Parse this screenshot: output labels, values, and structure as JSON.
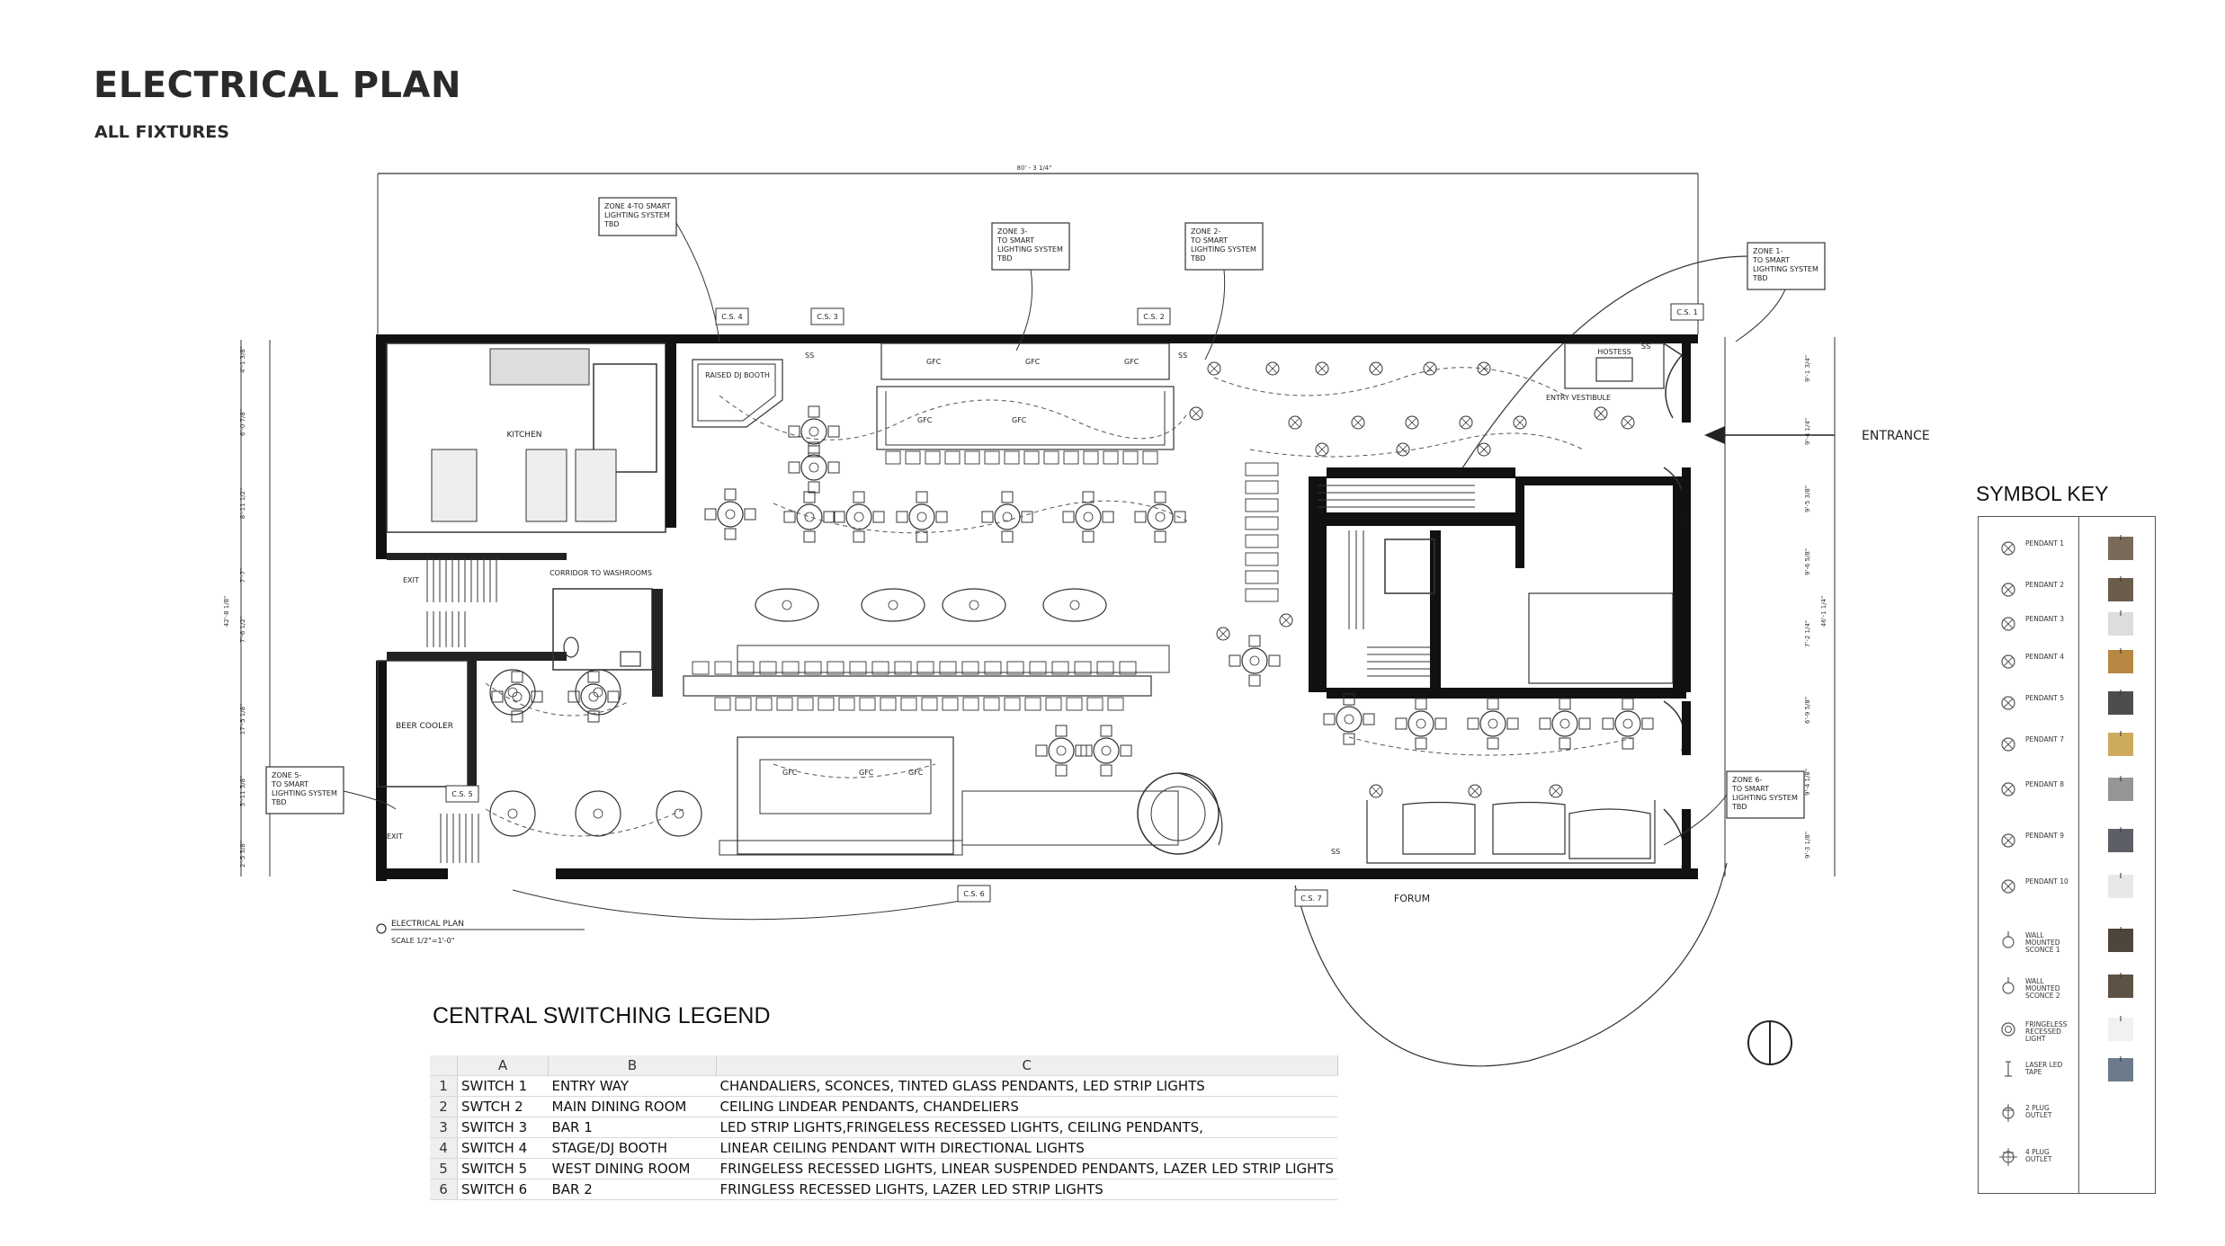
{
  "header": {
    "title": "ELECTRICAL PLAN",
    "subtitle": "ALL FIXTURES"
  },
  "plan": {
    "entrance": "ENTRANCE",
    "overall_dim": "80' - 3 1/4\"",
    "zones": [
      {
        "id": "z4",
        "lines": [
          "ZONE 4-TO SMART",
          "LIGHTING SYSTEM",
          "TBD"
        ]
      },
      {
        "id": "z3",
        "lines": [
          "ZONE 3-",
          "TO SMART",
          "LIGHTING SYSTEM",
          "TBD"
        ]
      },
      {
        "id": "z2",
        "lines": [
          "ZONE 2-",
          "TO SMART",
          "LIGHTING SYSTEM",
          "TBD"
        ]
      },
      {
        "id": "z1",
        "lines": [
          "ZONE 1-",
          "TO SMART",
          "LIGHTING SYSTEM",
          "TBD"
        ]
      },
      {
        "id": "z5",
        "lines": [
          "ZONE 5-",
          "TO SMART",
          "LIGHTING SYSTEM",
          "TBD"
        ]
      },
      {
        "id": "z6",
        "lines": [
          "ZONE 6-",
          "TO SMART",
          "LIGHTING SYSTEM",
          "TBD"
        ]
      }
    ],
    "switch_tags": [
      "C.S. 4",
      "C.S. 3",
      "C.S. 2",
      "C.S. 1",
      "C.S. 6",
      "C.S. 7",
      "C.S. 5"
    ],
    "rooms": {
      "kitchen": "KITCHEN",
      "dj_booth": "RAISED DJ BOOTH",
      "corridor": "CORRIDOR TO WASHROOMS",
      "exit_top": "EXIT",
      "exit_bottom": "EXIT",
      "beer_cooler": "BEER COOLER",
      "hostess": "HOSTESS",
      "vestibule": "ENTRY VESTIBULE",
      "forum": "FORUM"
    },
    "gfc": "GFC",
    "ss": "SS",
    "dims_left": [
      "4'-1 3/8\"",
      "6'-0 7/8\"",
      "8'-11 1/2\"",
      "7'-7\"",
      "7'-6 1/2\"",
      "17'-5 1/8\"",
      "5'-11 5/8\"",
      "2'-5 5/8\""
    ],
    "dims_left_total": "42'-8 1/8\"",
    "dims_right": [
      "9'-1 3/4\"",
      "9'-4 1/4\"",
      "9'-5 3/8\"",
      "9'-6 5/8\"",
      "7'-2 1/4\"",
      "6'-9 5/8\"",
      "9'-4 1/8\"",
      "9'-3 1/8\""
    ],
    "dims_right_total": "46'-1 1/4\"",
    "caption": {
      "name": "ELECTRICAL PLAN",
      "scale": "SCALE 1/2\"=1'-0\""
    }
  },
  "legend": {
    "title": "CENTRAL SWITCHING LEGEND",
    "columns": [
      "A",
      "B",
      "C"
    ],
    "rows": [
      {
        "n": "1",
        "a": "SWITCH 1",
        "b": "ENTRY WAY",
        "c": "CHANDALIERS, SCONCES, TINTED GLASS PENDANTS, LED STRIP LIGHTS"
      },
      {
        "n": "2",
        "a": "SWTCH 2",
        "b": "MAIN DINING ROOM",
        "c": "CEILING LINDEAR PENDANTS, CHANDELIERS"
      },
      {
        "n": "3",
        "a": "SWITCH 3",
        "b": "BAR 1",
        "c": "LED STRIP LIGHTS,FRINGELESS RECESSED LIGHTS, CEILING PENDANTS,"
      },
      {
        "n": "4",
        "a": "SWITCH 4",
        "b": "STAGE/DJ BOOTH",
        "c": "LINEAR CEILING PENDANT WITH DIRECTIONAL LIGHTS"
      },
      {
        "n": "5",
        "a": "SWITCH 5",
        "b": "WEST DINING ROOM",
        "c": "FRINGELESS RECESSED LIGHTS, LINEAR SUSPENDED PENDANTS, LAZER LED STRIP LIGHTS"
      },
      {
        "n": "6",
        "a": "SWITCH 6",
        "b": "BAR 2",
        "c": "FRINGLESS RECESSED LIGHTS, LAZER LED STRIP LIGHTS"
      }
    ]
  },
  "symbol_key": {
    "title": "SYMBOL KEY",
    "items": [
      {
        "label": "PENDANT 1",
        "symbol": "pendant-symbol",
        "swatch": "#6a5a48"
      },
      {
        "label": "PENDANT 2",
        "symbol": "pendant-symbol",
        "swatch": "#5b4a38"
      },
      {
        "label": "PENDANT 3",
        "symbol": "pendant-symbol",
        "swatch": "#d9d9d9"
      },
      {
        "label": "PENDANT 4",
        "symbol": "pendant-symbol",
        "swatch": "#b07a2e"
      },
      {
        "label": "PENDANT 5",
        "symbol": "pendant-symbol",
        "swatch": "#3a3a3a"
      },
      {
        "label": "PENDANT 7",
        "symbol": "pendant-symbol",
        "swatch": "#c9a24a"
      },
      {
        "label": "PENDANT 8",
        "symbol": "pendant-symbol",
        "swatch": "#8a8a8a"
      },
      {
        "label": "PENDANT 9",
        "symbol": "pendant-symbol",
        "swatch": "#4a4e55"
      },
      {
        "label": "PENDANT 10",
        "symbol": "pendant-symbol",
        "swatch": "#e6e6e6"
      },
      {
        "label": "WALL MOUNTED SCONCE 1",
        "symbol": "sconce-symbol",
        "swatch": "#3b3228"
      },
      {
        "label": "WALL MOUNTED SCONCE 2",
        "symbol": "sconce-symbol",
        "swatch": "#4d3f30"
      },
      {
        "label": "FRINGELESS RECESSED LIGHT",
        "symbol": "recessed-symbol",
        "swatch": "#f0f0f0"
      },
      {
        "label": "LASER LED TAPE",
        "symbol": "led-tape-symbol",
        "swatch": "#5c6d80"
      },
      {
        "label": "2 PLUG OUTLET",
        "symbol": "outlet-2-symbol",
        "swatch": ""
      },
      {
        "label": "4 PLUG OUTLET",
        "symbol": "outlet-4-symbol",
        "swatch": ""
      }
    ]
  }
}
